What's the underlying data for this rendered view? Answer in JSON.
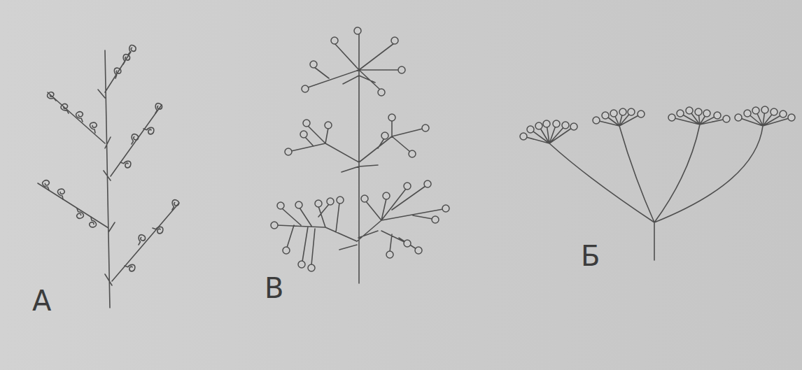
{
  "diagram": {
    "labels": [
      "А",
      "В",
      "Б"
    ]
  }
}
